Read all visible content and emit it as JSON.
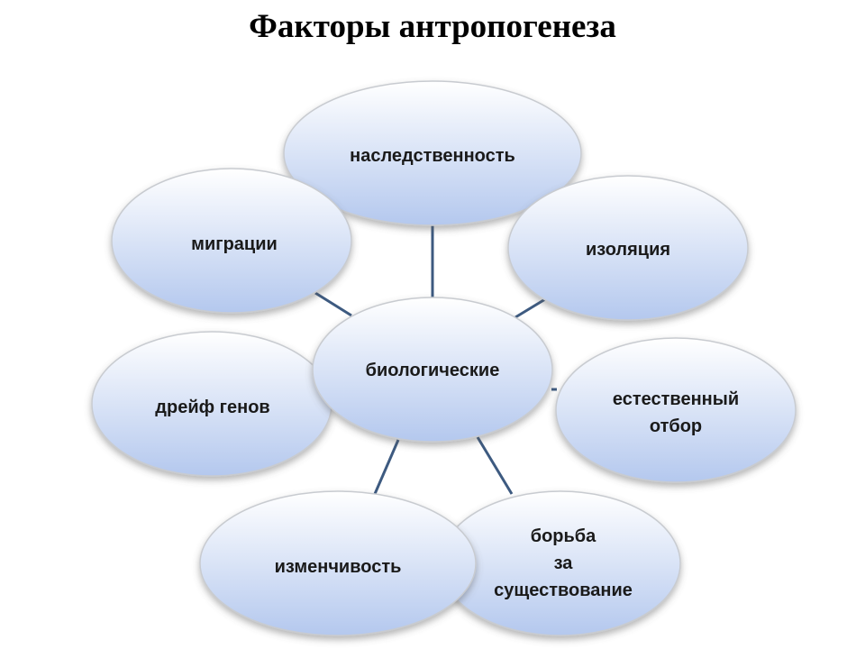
{
  "title": "Факторы антропогенеза",
  "colors": {
    "node_fill_top": "#ffffff",
    "node_fill_bottom": "#b4c8ee",
    "node_stroke": "#c8cbd0",
    "connector": "#3d5a80"
  },
  "center": {
    "lines": [
      "биологические"
    ]
  },
  "nodes": [
    {
      "id": "heredity",
      "lines": [
        "наследственность"
      ]
    },
    {
      "id": "migration",
      "lines": [
        "миграции"
      ]
    },
    {
      "id": "isolation",
      "lines": [
        "изоляция"
      ]
    },
    {
      "id": "gene-drift",
      "lines": [
        "дрейф генов"
      ]
    },
    {
      "id": "natural-selection",
      "lines": [
        "естественный",
        "отбор"
      ]
    },
    {
      "id": "variability",
      "lines": [
        "изменчивость"
      ]
    },
    {
      "id": "struggle",
      "lines": [
        "борьба",
        "за",
        "существование"
      ]
    }
  ]
}
